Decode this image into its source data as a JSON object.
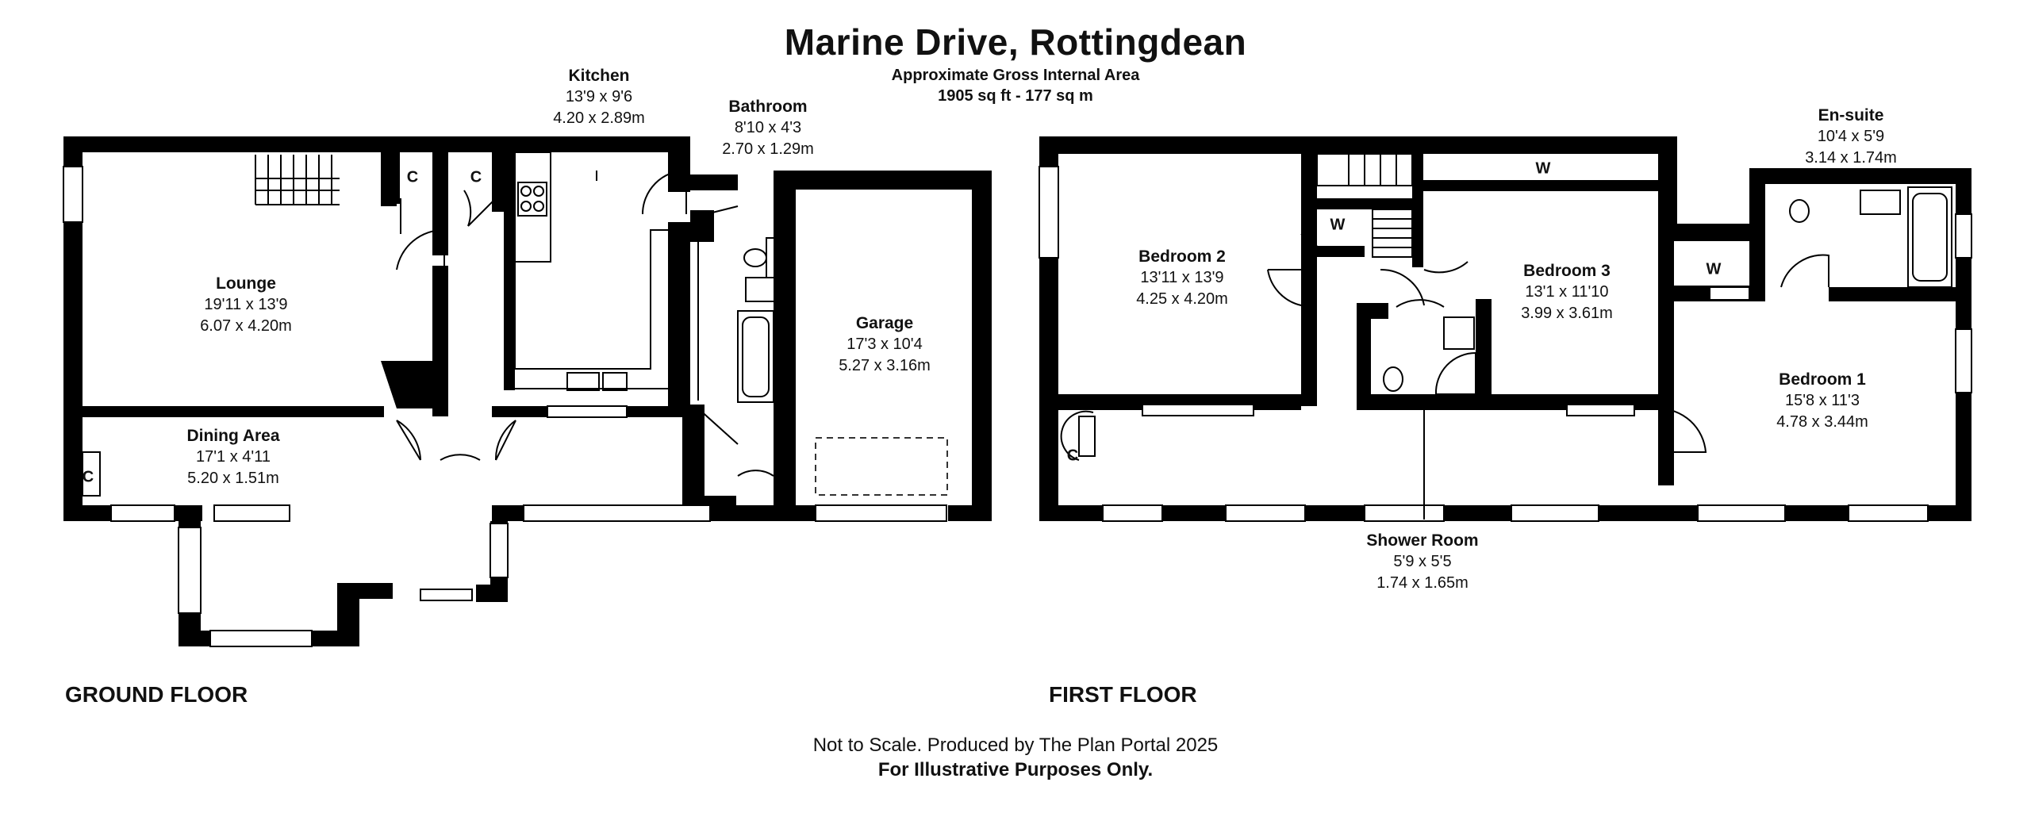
{
  "header": {
    "title": "Marine Drive, Rottingdean",
    "area_label": "Approximate Gross Internal Area",
    "area_value": "1905 sq ft - 177 sq m"
  },
  "floors": {
    "ground": "GROUND FLOOR",
    "first": "FIRST FLOOR"
  },
  "rooms": {
    "kitchen": {
      "name": "Kitchen",
      "imperial": "13'9 x 9'6",
      "metric": "4.20 x 2.89m"
    },
    "bathroom": {
      "name": "Bathroom",
      "imperial": "8'10 x 4'3",
      "metric": "2.70 x 1.29m"
    },
    "lounge": {
      "name": "Lounge",
      "imperial": "19'11 x 13'9",
      "metric": "6.07 x 4.20m"
    },
    "garage": {
      "name": "Garage",
      "imperial": "17'3 x 10'4",
      "metric": "5.27 x 3.16m"
    },
    "dining": {
      "name": "Dining Area",
      "imperial": "17'1 x 4'11",
      "metric": "5.20 x 1.51m"
    },
    "bedroom2": {
      "name": "Bedroom 2",
      "imperial": "13'11 x 13'9",
      "metric": "4.25 x 4.20m"
    },
    "bedroom3": {
      "name": "Bedroom 3",
      "imperial": "13'1 x 11'10",
      "metric": "3.99 x 3.61m"
    },
    "ensuite": {
      "name": "En-suite",
      "imperial": "10'4 x 5'9",
      "metric": "3.14 x 1.74m"
    },
    "bedroom1": {
      "name": "Bedroom 1",
      "imperial": "15'8 x 11'3",
      "metric": "4.78 x 3.44m"
    },
    "shower": {
      "name": "Shower Room",
      "imperial": "5'9 x 5'5",
      "metric": "1.74 x 1.65m"
    }
  },
  "tags": {
    "cupboard": "C",
    "wardrobe": "W"
  },
  "footer": {
    "credit": "Not to Scale. Produced by The Plan Portal 2025",
    "disclaimer": "For Illustrative Purposes Only."
  }
}
